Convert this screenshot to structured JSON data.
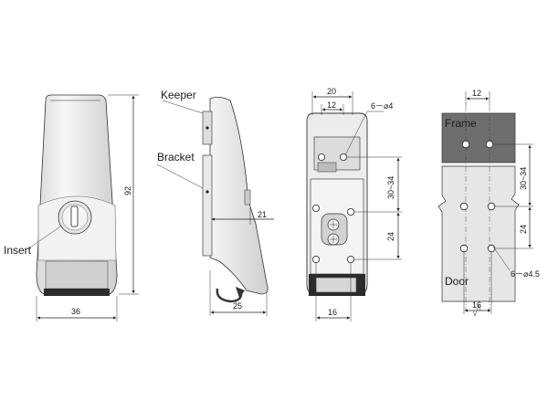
{
  "labels": {
    "keeper": "Keeper",
    "bracket": "Bracket",
    "insert": "Insert",
    "frame": "Frame",
    "door": "Door"
  },
  "dimensions": {
    "width_36": "36",
    "height_92": "92",
    "depth_25": "25",
    "offset_21": "21",
    "top_20": "20",
    "top_12": "12",
    "holes_6_phi4": "6－⌀4",
    "range_30_34": "30~34",
    "spacing_24": "24",
    "bottom_16": "16",
    "cut_12": "12",
    "cut_range_30_34": "30~34",
    "cut_24": "24",
    "cut_holes_6_phi45": "6－⌀4.5",
    "cut_16": "16"
  },
  "colors": {
    "frame_fill": "#6e6e6e",
    "door_fill": "#e6e6e6",
    "body_fill": "#e9e9e9",
    "base_fill": "#2b2b2b"
  }
}
